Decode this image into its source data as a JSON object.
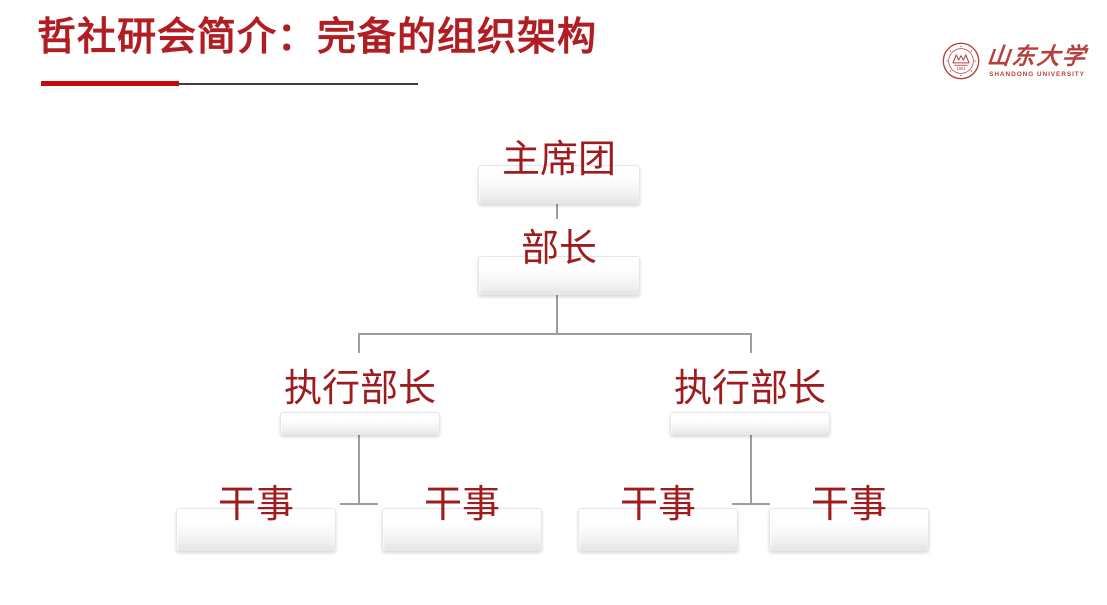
{
  "header": {
    "title": "哲社研会简介：完备的组织架构",
    "accent_color": "#C40A0E",
    "title_color": "#B01E24"
  },
  "logo": {
    "university_name_cn": "山东大学",
    "university_name_en": "SHANDONG UNIVERSITY",
    "seal_year": "1901",
    "logo_color": "#B5413E"
  },
  "org_chart": {
    "text_color": "#9E1B1E",
    "connector_color": "#9d9d9d",
    "nodes": [
      {
        "id": "presidium",
        "label": "主席团",
        "level": 1,
        "parent": null
      },
      {
        "id": "minister",
        "label": "部长",
        "level": 2,
        "parent": "presidium"
      },
      {
        "id": "executive-minister-left",
        "label": "执行部长",
        "level": 3,
        "parent": "minister"
      },
      {
        "id": "executive-minister-right",
        "label": "执行部长",
        "level": 3,
        "parent": "minister"
      },
      {
        "id": "staff-1",
        "label": "干事",
        "level": 4,
        "parent": "executive-minister-left"
      },
      {
        "id": "staff-2",
        "label": "干事",
        "level": 4,
        "parent": "executive-minister-left"
      },
      {
        "id": "staff-3",
        "label": "干事",
        "level": 4,
        "parent": "executive-minister-right"
      },
      {
        "id": "staff-4",
        "label": "干事",
        "level": 4,
        "parent": "executive-minister-right"
      }
    ]
  }
}
